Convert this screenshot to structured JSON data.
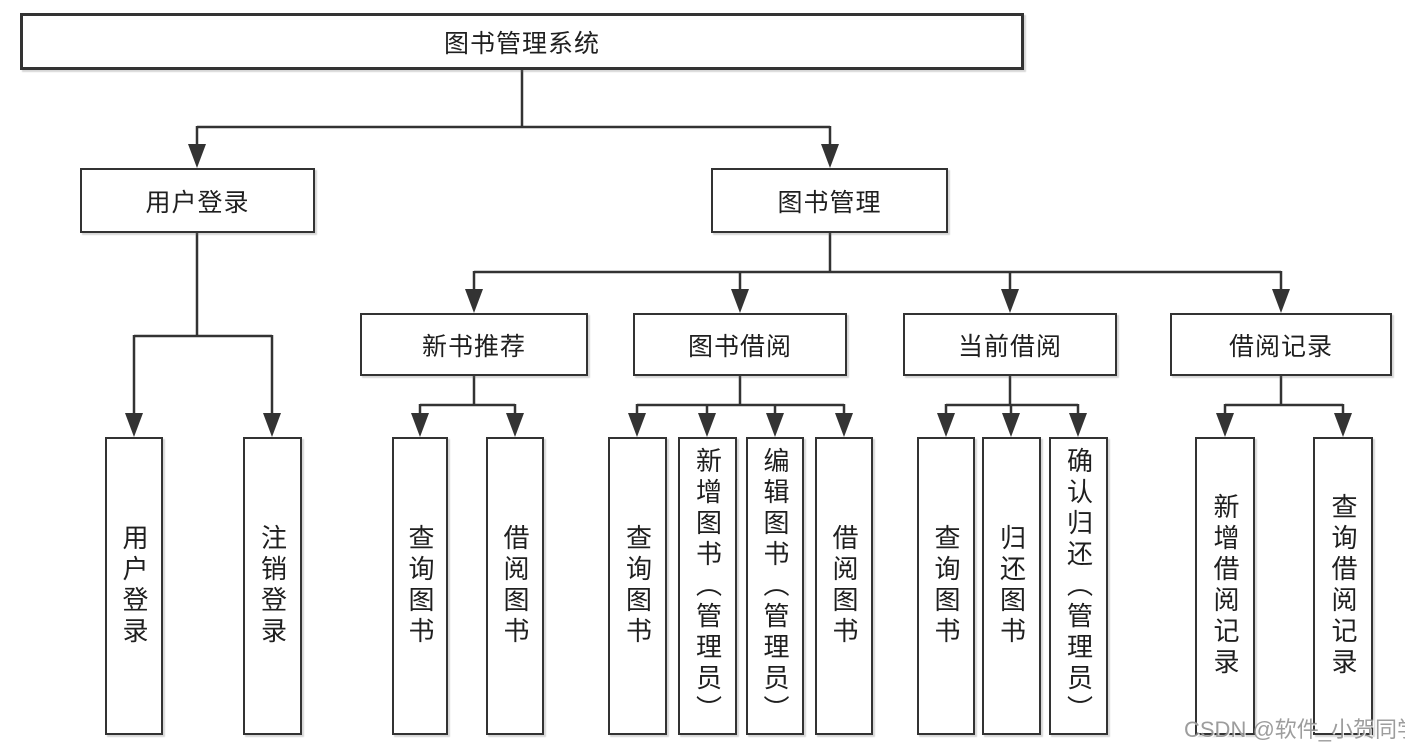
{
  "diagram": {
    "root": {
      "label": "图书管理系统"
    },
    "level2": [
      {
        "label": "用户登录",
        "children": [
          {
            "label": "用户登录"
          },
          {
            "label": "注销登录"
          }
        ]
      },
      {
        "label": "图书管理",
        "children": [
          {
            "label": "新书推荐",
            "children": [
              {
                "label": "查询图书"
              },
              {
                "label": "借阅图书"
              }
            ]
          },
          {
            "label": "图书借阅",
            "children": [
              {
                "label": "查询图书"
              },
              {
                "label": "新增图书（管理员）"
              },
              {
                "label": "编辑图书（管理员）"
              },
              {
                "label": "借阅图书"
              }
            ]
          },
          {
            "label": "当前借阅",
            "children": [
              {
                "label": "查询图书"
              },
              {
                "label": "归还图书"
              },
              {
                "label": "确认归还（管理员）"
              }
            ]
          },
          {
            "label": "借阅记录",
            "children": [
              {
                "label": "新增借阅记录"
              },
              {
                "label": "查询借阅记录"
              }
            ]
          }
        ]
      }
    ]
  },
  "watermark": {
    "text": "CSDN @软件_小贺同学"
  },
  "colors": {
    "line": "#333333",
    "text": "#1f1f1f",
    "background": "#ffffff",
    "watermark": "#8c8c8c"
  }
}
